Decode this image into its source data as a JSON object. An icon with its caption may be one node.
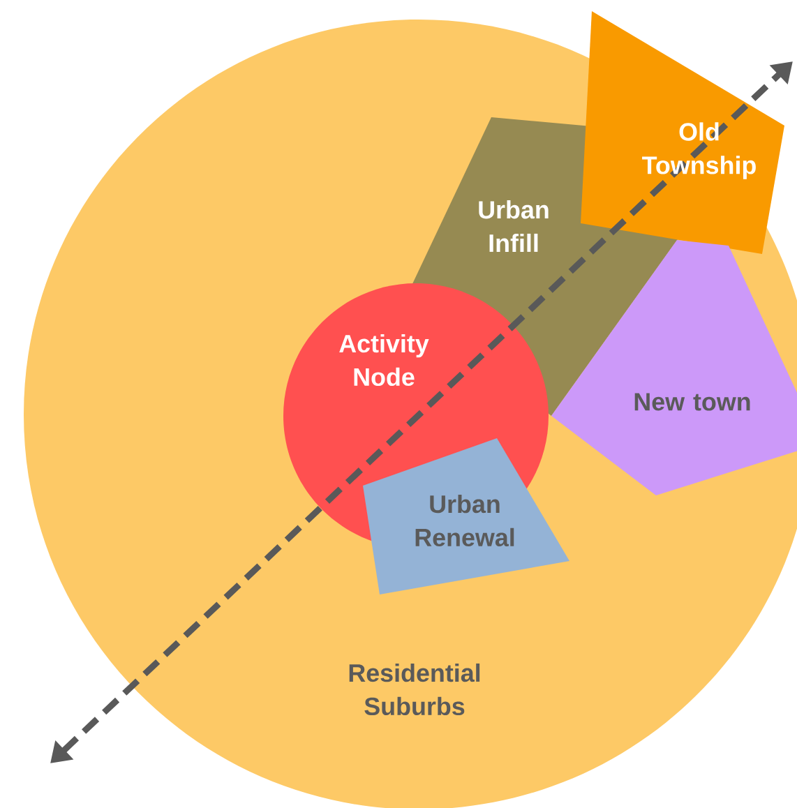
{
  "diagram": {
    "nodes": [
      {
        "text": [
          "Residential Suburbs"
        ]
      },
      {
        "text": [
          "Old Township"
        ]
      },
      {
        "text": [
          "Urban Infill"
        ]
      },
      {
        "text": [
          "Activity Node"
        ]
      },
      {
        "text": [
          "New town"
        ]
      },
      {
        "text": [
          "Urban Renewal"
        ]
      }
    ]
  }
}
